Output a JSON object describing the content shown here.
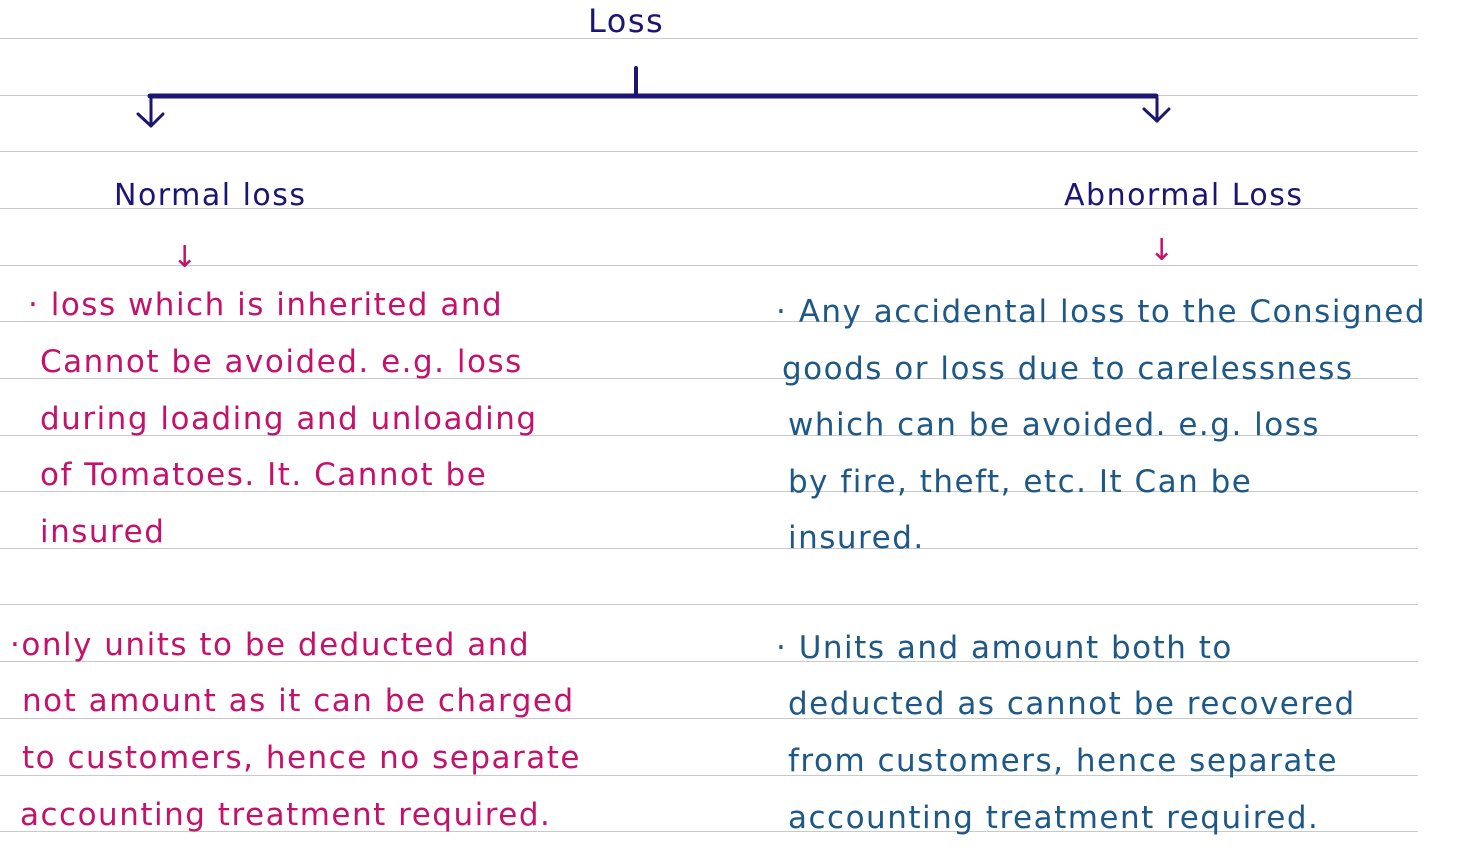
{
  "diagram": {
    "root": "Loss",
    "branches": [
      {
        "heading": "Normal loss",
        "arrow": "↓",
        "blocks": [
          [
            "· loss which is inherited and",
            "Cannot be avoided. e.g. loss",
            "during loading and unloading",
            "of Tomatoes. It. Cannot be",
            "insured"
          ],
          [
            "·only units to be deducted and",
            "not amount as it can be charged",
            "to customers, hence no separate",
            "accounting treatment required."
          ]
        ]
      },
      {
        "heading": "Abnormal Loss",
        "arrow": "↓",
        "blocks": [
          [
            "· Any accidental loss to the Consigned",
            "goods or loss due to carelessness",
            "which can be avoided. e.g. loss",
            "by fire, theft, etc. It Can be",
            "insured."
          ],
          [
            "· Units and amount both to",
            "deducted as cannot be recovered",
            "from customers, hence separate",
            "accounting treatment required."
          ]
        ]
      }
    ]
  },
  "colors": {
    "ink_navy": "#1b1673",
    "ink_pink": "#c4126b",
    "ink_blue": "#1d5888",
    "rule_line": "#c9c9c9"
  }
}
